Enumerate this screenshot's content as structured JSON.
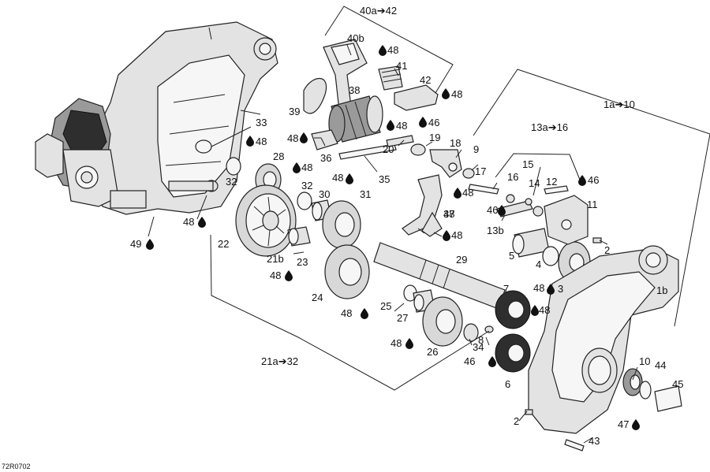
{
  "figure_code": "72R0702",
  "labels": {
    "l40a42": "40a➔42",
    "l40b": "40b",
    "l48a": "48",
    "l41": "41",
    "l42": "42",
    "l48b": "48",
    "l39": "39",
    "l38": "38",
    "l48c": "48",
    "l46a": "46",
    "l33": "33",
    "l48d": "48",
    "l48e": "48",
    "l36": "36",
    "l20": "20",
    "l19": "19",
    "l18": "18",
    "l9": "9",
    "l1a10": "1a➔10",
    "l13a16": "13a➔16",
    "l28": "28",
    "l48f": "48",
    "l48g": "48",
    "l35": "35",
    "l17": "17",
    "l16": "16",
    "l15": "15",
    "l14": "14",
    "l12": "12",
    "l46b": "46",
    "l32a": "32",
    "l32b": "32",
    "l30": "30",
    "l31": "31",
    "l48h": "48",
    "l46c": "46",
    "l11": "11",
    "l48i": "48",
    "l37": "37",
    "l13b": "13b",
    "l48j": "48",
    "l22": "22",
    "l23": "23",
    "l21b": "21b",
    "l48k": "48",
    "l29": "29",
    "l5": "5",
    "l2a": "2",
    "l4": "4",
    "l48l": "48",
    "l3": "3",
    "l1b": "1b",
    "l49": "49",
    "l24": "24",
    "l7": "7",
    "l48m": "48",
    "l25": "25",
    "l27": "27",
    "l48n": "48",
    "l34": "34",
    "l8": "8",
    "l26": "26",
    "l46d": "46",
    "l21a32": "21a➔32",
    "l6": "6",
    "l10": "10",
    "l44": "44",
    "l45": "45",
    "l47": "47",
    "l2b": "2",
    "l43": "43"
  }
}
